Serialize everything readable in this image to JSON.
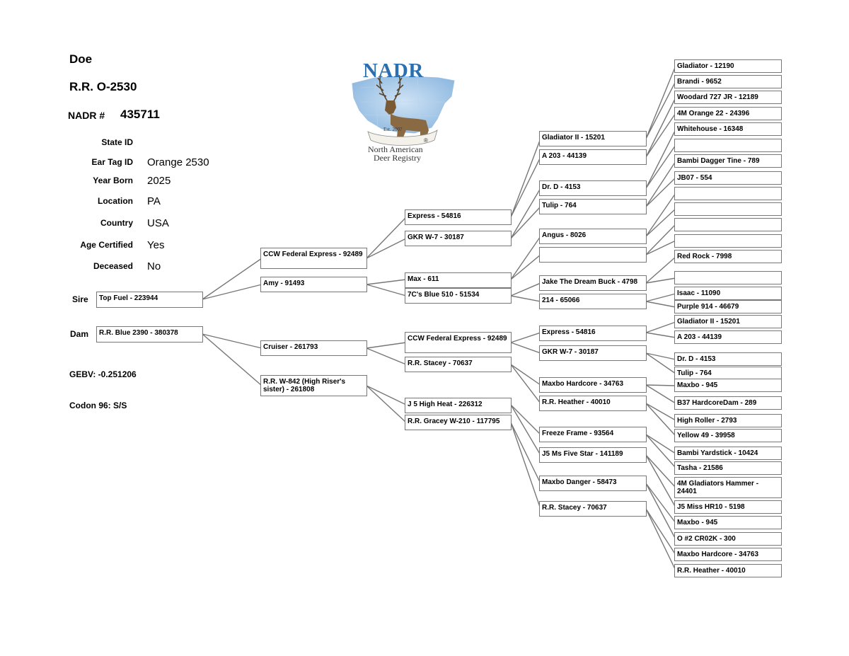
{
  "header": {
    "sex": "Doe",
    "name": "R.R. O-2530",
    "nadr_label": "NADR #",
    "nadr_number": "435711"
  },
  "details": [
    {
      "label": "State ID",
      "value": ""
    },
    {
      "label": "Ear Tag ID",
      "value": "Orange 2530"
    },
    {
      "label": "Year Born",
      "value": "2025"
    },
    {
      "label": "Location",
      "value": "PA"
    },
    {
      "label": "Country",
      "value": "USA"
    },
    {
      "label": "Age Certified",
      "value": "Yes"
    },
    {
      "label": "Deceased",
      "value": "No"
    }
  ],
  "side_labels": {
    "sire": "Sire",
    "dam": "Dam"
  },
  "genetics": {
    "gebv": "GEBV: -0.251206",
    "codon": "Codon 96: S/S"
  },
  "logo": {
    "title": "NADR",
    "est": "Est. 2007",
    "registered": "®",
    "subtitle_line1": "North American",
    "subtitle_line2": "Deer Registry",
    "accent": "#2b6fb0"
  },
  "pedigree": {
    "col1": [
      "Top Fuel - 223944",
      "R.R. Blue 2390 - 380378"
    ],
    "col2": [
      "CCW Federal Express - 92489",
      "Amy - 91493",
      "Cruiser - 261793",
      "R.R. W-842 (High Riser's sister) - 261808"
    ],
    "col3": [
      "Express - 54816",
      "GKR W-7 - 30187",
      "Max - 611",
      "7C's Blue 510 - 51534",
      "CCW Federal Express - 92489",
      "R.R. Stacey - 70637",
      "J 5 High Heat - 226312",
      "R.R. Gracey W-210 - 117795"
    ],
    "col4": [
      "Gladiator II - 15201",
      "A 203 - 44139",
      "Dr. D - 4153",
      "Tulip - 764",
      "Angus - 8026",
      "",
      "Jake The Dream Buck - 4798",
      "214 - 65066",
      "Express - 54816",
      "GKR W-7 - 30187",
      "Maxbo Hardcore - 34763",
      "R.R. Heather - 40010",
      "Freeze Frame - 93564",
      "J5 Ms Five Star - 141189",
      "Maxbo Danger - 58473",
      "R.R. Stacey - 70637"
    ],
    "col5": [
      "Gladiator - 12190",
      "Brandi - 9652",
      "Woodard 727 JR - 12189",
      "4M Orange 22 - 24396",
      "Whitehouse - 16348",
      "",
      "Bambi Dagger Tine - 789",
      "JB07 - 554",
      "",
      "",
      "",
      "",
      "Red Rock - 7998",
      "",
      "Isaac - 11090",
      "Purple 914 - 46679",
      "Gladiator II - 15201",
      "A 203 - 44139",
      "Dr. D - 4153",
      "Tulip - 764",
      "Maxbo - 945",
      "B37 HardcoreDam  - 289",
      "High Roller - 2793",
      "Yellow 49 - 39958",
      "Bambi Yardstick - 10424",
      "Tasha - 21586",
      "4M Gladiators Hammer - 24401",
      "J5 Miss HR10 - 5198",
      "Maxbo - 945",
      "O #2 CR02K - 300",
      "Maxbo Hardcore - 34763",
      "R.R. Heather - 40010"
    ]
  }
}
